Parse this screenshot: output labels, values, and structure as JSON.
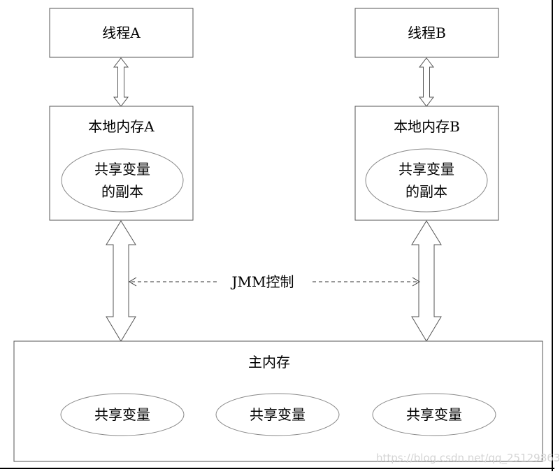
{
  "diagram": {
    "thread_a": {
      "label": "线程A"
    },
    "thread_b": {
      "label": "线程B"
    },
    "local_memory_a": {
      "label": "本地内存A",
      "copy_line1": "共享变量",
      "copy_line2": "的副本"
    },
    "local_memory_b": {
      "label": "本地内存B",
      "copy_line1": "共享变量",
      "copy_line2": "的副本"
    },
    "jmm_control": {
      "label": "JMM控制"
    },
    "main_memory": {
      "label": "主内存",
      "variables": [
        "共享变量",
        "共享变量",
        "共享变量"
      ]
    }
  },
  "watermark": "https://blog.csdn.net/qq_25129863",
  "colors": {
    "line": "#555555",
    "ellipse_stroke": "#888888",
    "watermark": "#d4d4d4"
  }
}
